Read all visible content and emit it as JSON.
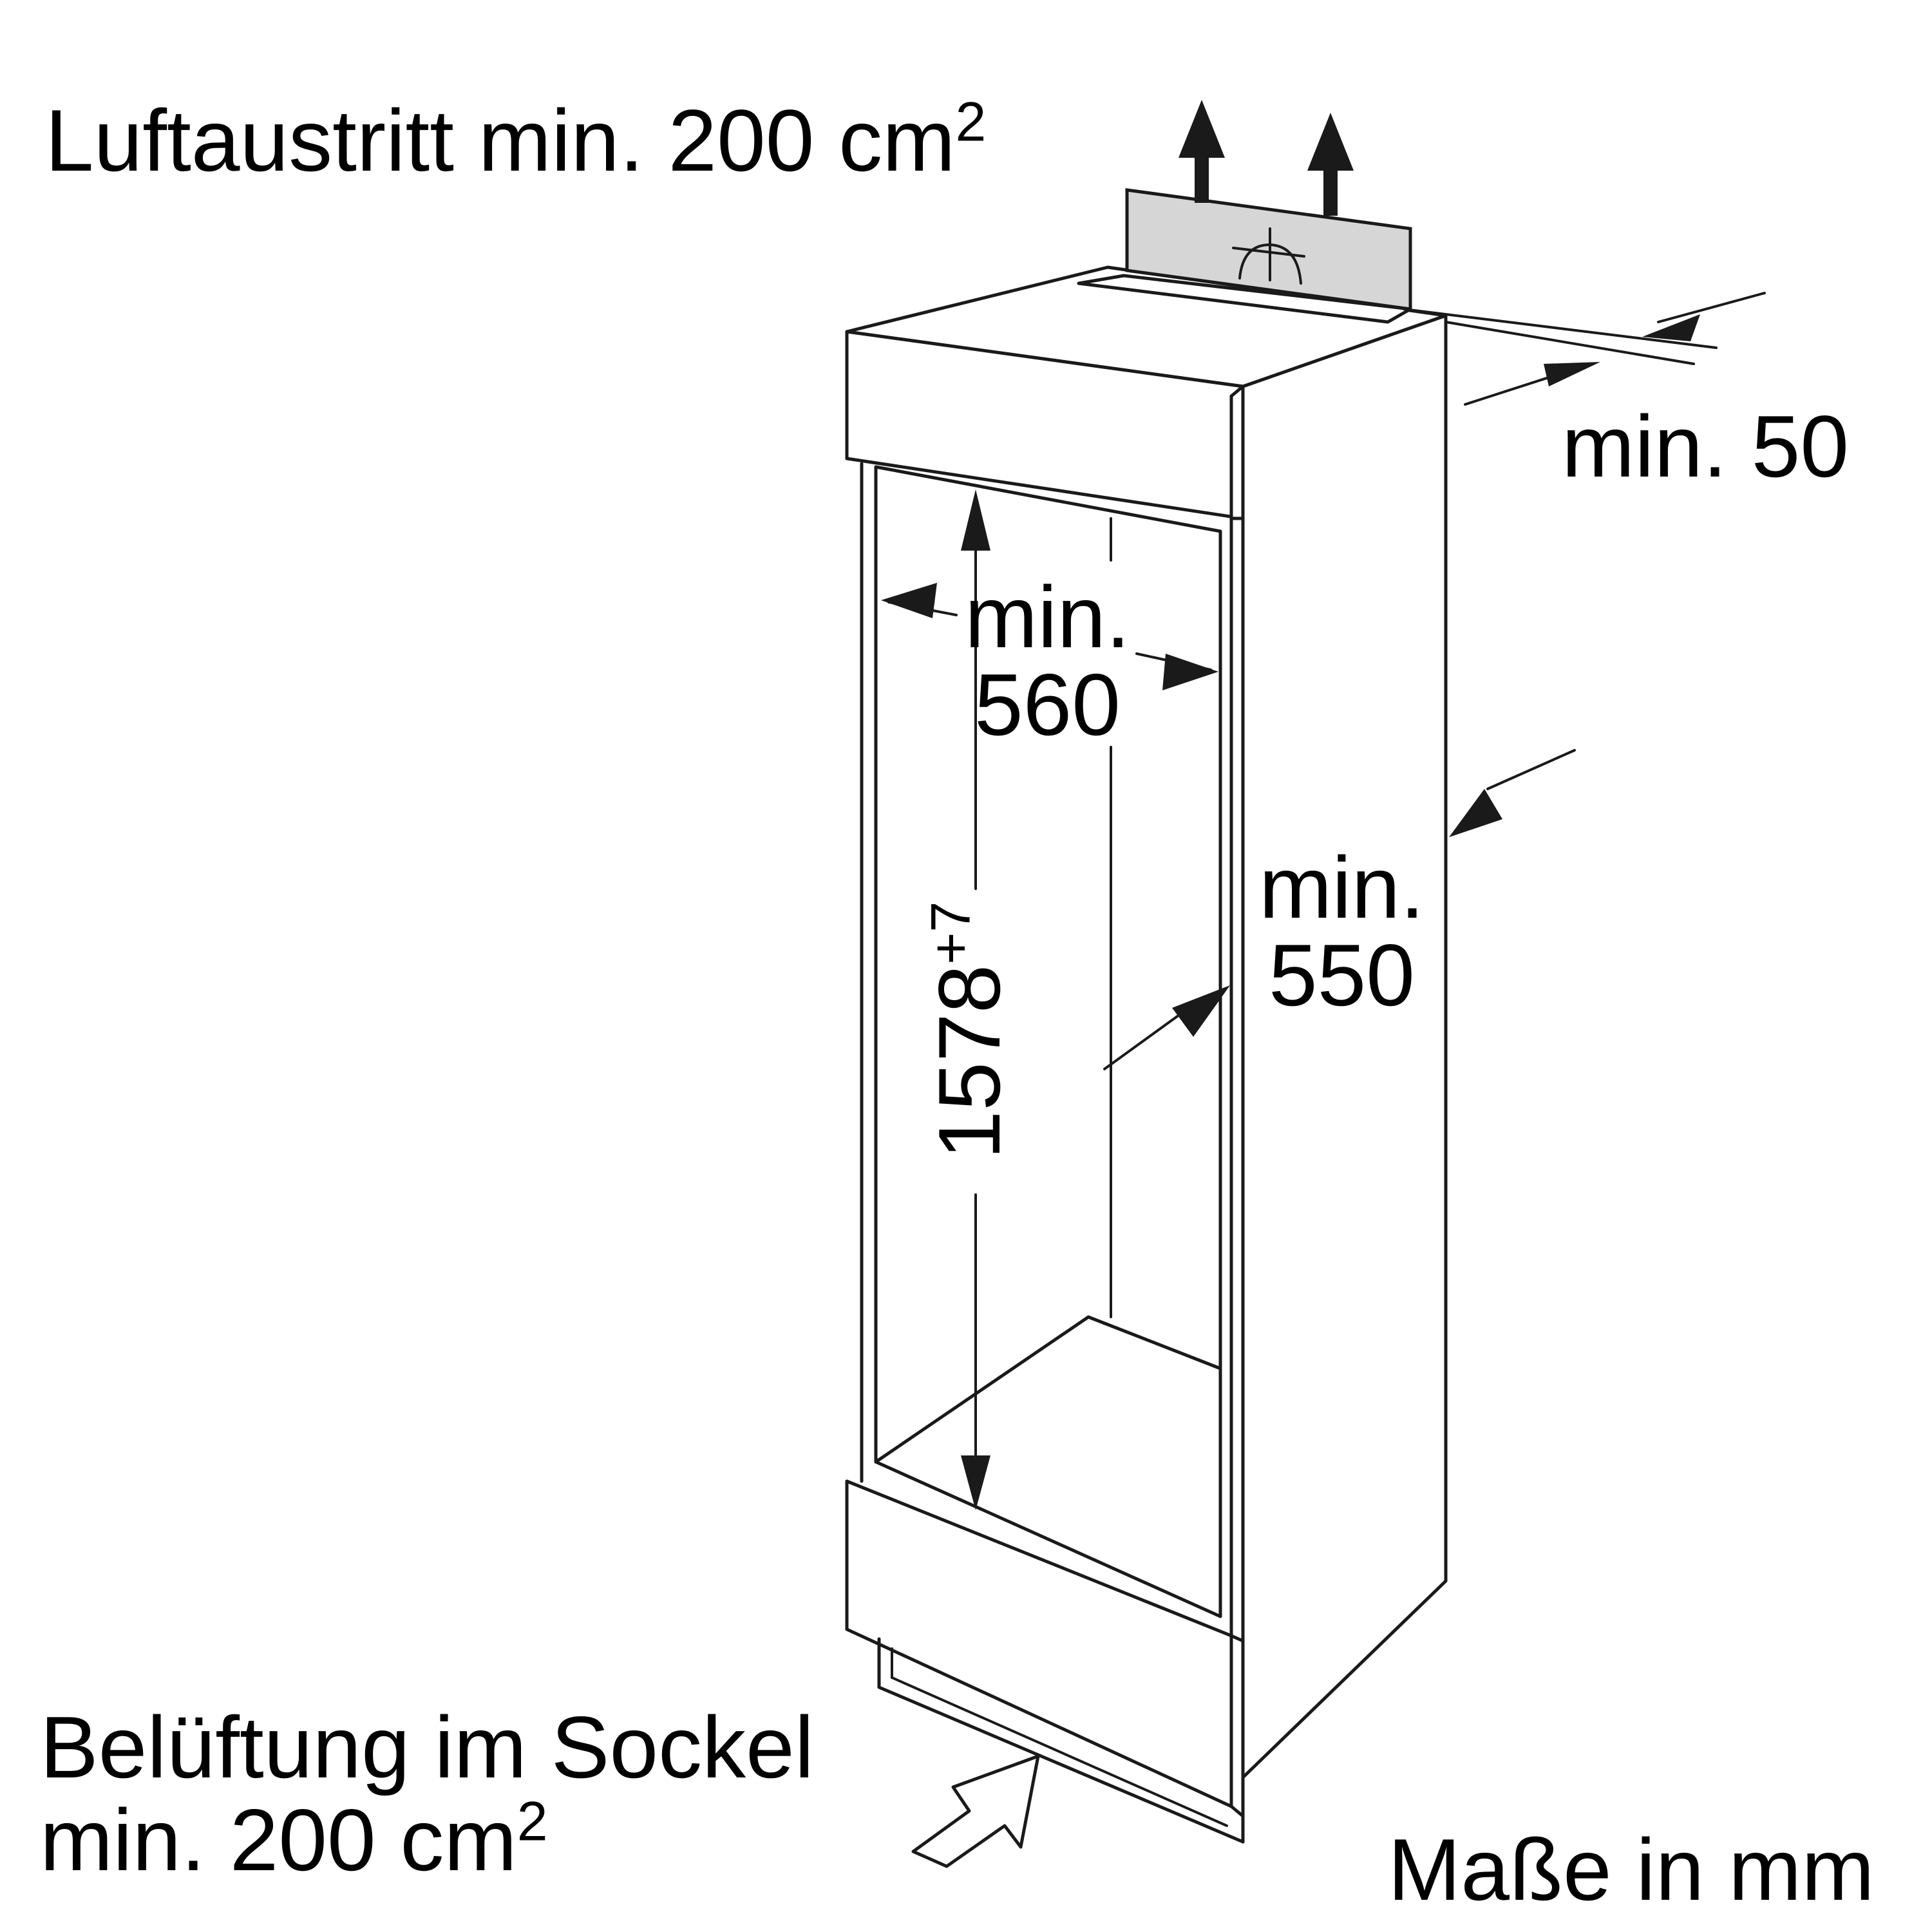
{
  "labels": {
    "air_outlet": {
      "text": "Luftaustritt min. 200 cm",
      "sup": "2"
    },
    "base_vent_line1": "Belüftung im Sockel",
    "base_vent_line2": {
      "text": "min. 200 cm",
      "sup": "2"
    },
    "units": "Maße in mm",
    "top_gap": "min. 50",
    "width": {
      "line1": "min.",
      "line2": "560"
    },
    "depth": {
      "line1": "min.",
      "line2": "550"
    },
    "height": {
      "value": "1578",
      "tolerance": "+7"
    }
  },
  "icons": {
    "vent_symbol": "fan-vent-icon",
    "air_out_arrows": "arrow-up-icon",
    "air_in_arrow": "arrow-diagonal-icon"
  },
  "colors": {
    "line": "#1a1a1a",
    "vent_panel": "#d6d6d6",
    "background": "#ffffff"
  }
}
